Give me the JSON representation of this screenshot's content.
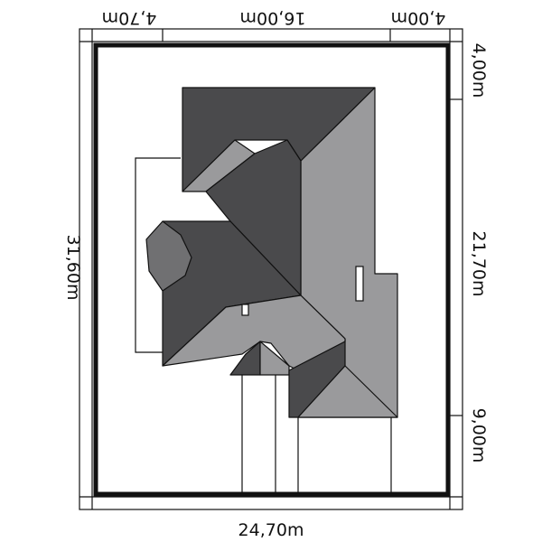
{
  "dimensions": {
    "top": [
      "4,70m",
      "16,00m",
      "4,00m"
    ],
    "right": [
      "4,00m",
      "21,70m",
      "9,00m"
    ],
    "left": "31,60m",
    "bottom": "24,70m"
  },
  "colors": {
    "roof_dark": "#4a4a4c",
    "roof_light": "#9a9a9c",
    "roof_mid": "#707072",
    "lines": "#111111",
    "background": "#ffffff"
  }
}
